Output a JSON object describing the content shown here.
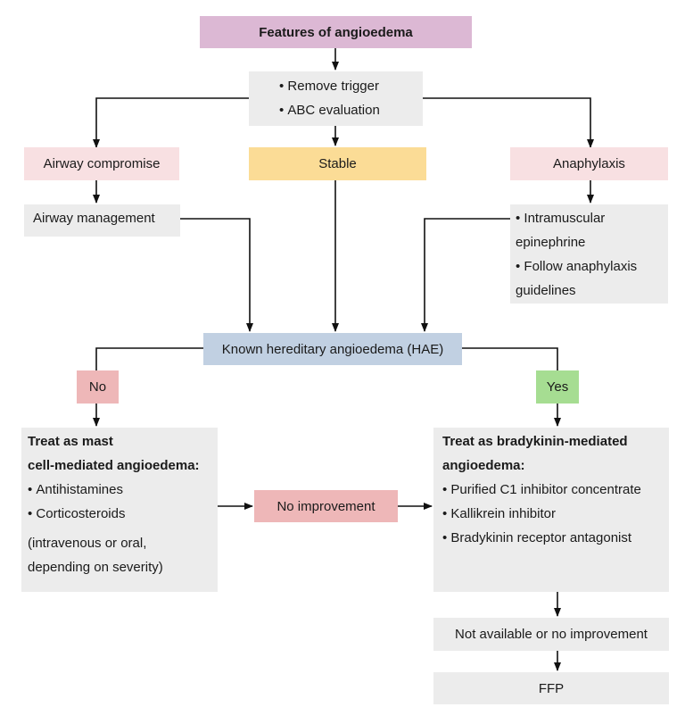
{
  "title": "Features of angioedema",
  "initial_steps": [
    "Remove trigger",
    "ABC evaluation"
  ],
  "left_branch": {
    "condition": "Airway compromise",
    "action": "Airway management"
  },
  "center_branch": {
    "condition": "Stable"
  },
  "right_branch": {
    "condition": "Anaphylaxis",
    "actions": [
      "Intramuscular epinephrine",
      "Follow anaphylaxis guidelines"
    ]
  },
  "decision": {
    "question": "Known hereditary angioedema (HAE)",
    "no_label": "No",
    "yes_label": "Yes"
  },
  "mast_cell": {
    "heading_line1": "Treat as mast",
    "heading_line2": "cell-mediated angioedema:",
    "items": [
      "Antihistamines",
      "Corticosteroids"
    ],
    "note_line1": "(intravenous or oral,",
    "note_line2": "depending on severity)"
  },
  "no_improvement": "No improvement",
  "bradykinin": {
    "heading_line1": "Treat as bradykinin-mediated",
    "heading_line2": "angioedema:",
    "items": [
      "Purified C1 inhibitor concentrate",
      "Kallikrein inhibitor",
      "Bradykinin receptor antagonist"
    ]
  },
  "not_available": "Not available or no improvement",
  "final": "FFP"
}
